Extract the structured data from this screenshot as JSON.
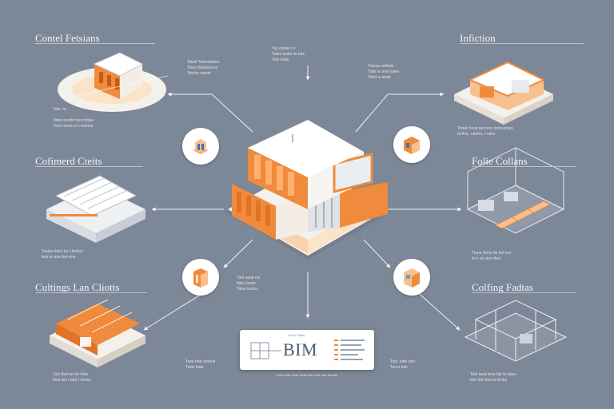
{
  "sections": {
    "top_left": {
      "title": "Contel Fetsians",
      "caption": "Tote, to...\n\nTotes bunhtr fore botes\nTonel stoun ie t-ndoms"
    },
    "top_right": {
      "title": "Infiction",
      "caption": "Totals hooe tent ere ontosatnes\ntorfloe, rotehe, t rotes"
    },
    "mid_left": {
      "title": "Cofimerd Cteits",
      "caption": "Tsoles fote t ke t fonhor\nfedr te ane frot-eos"
    },
    "mid_right": {
      "title": "Folie Collans",
      "caption": "Tlune Sene tle tert eur\nfo n oe slon thes"
    },
    "bottom_left": {
      "title": "Cultings Lan Cliotts",
      "caption": "Tots tbot tot rte fohe\nbioe feo t tbot t ehees"
    },
    "bottom_right": {
      "title": "Colfing Fadtas",
      "caption": "Tote tane fone ble fe tores\ntele fole ftot se fenhs"
    }
  },
  "annotations": {
    "top_center": "Tos otolas t o\nTotes toster fa tote\nTote toste",
    "upper_left": "Toteb Tobnnbiotes\nTotes foetatorsns\nTotohs sotete",
    "upper_right": "Totesa notbnis\nTotie to one bales\nTotes a tonte",
    "lower_left": "Tote sotat rot\nfotes borte\nToles tontes",
    "lower_left_bottom": "Tone tote orotest\nTrote bote",
    "lower_right_bottom": "Tote Totie noo\nTores tote"
  },
  "bim": {
    "label": "BIM",
    "top_text": "Tonel Tolteo",
    "bottom_text": "Tonot tote toste Tonel tote fone tote Tonotre"
  },
  "colors": {
    "background": "#7c8797",
    "accent_orange": "#f08a3c",
    "light_orange": "#f7c08e",
    "white": "#ffffff",
    "wire": "#c8ced8"
  }
}
